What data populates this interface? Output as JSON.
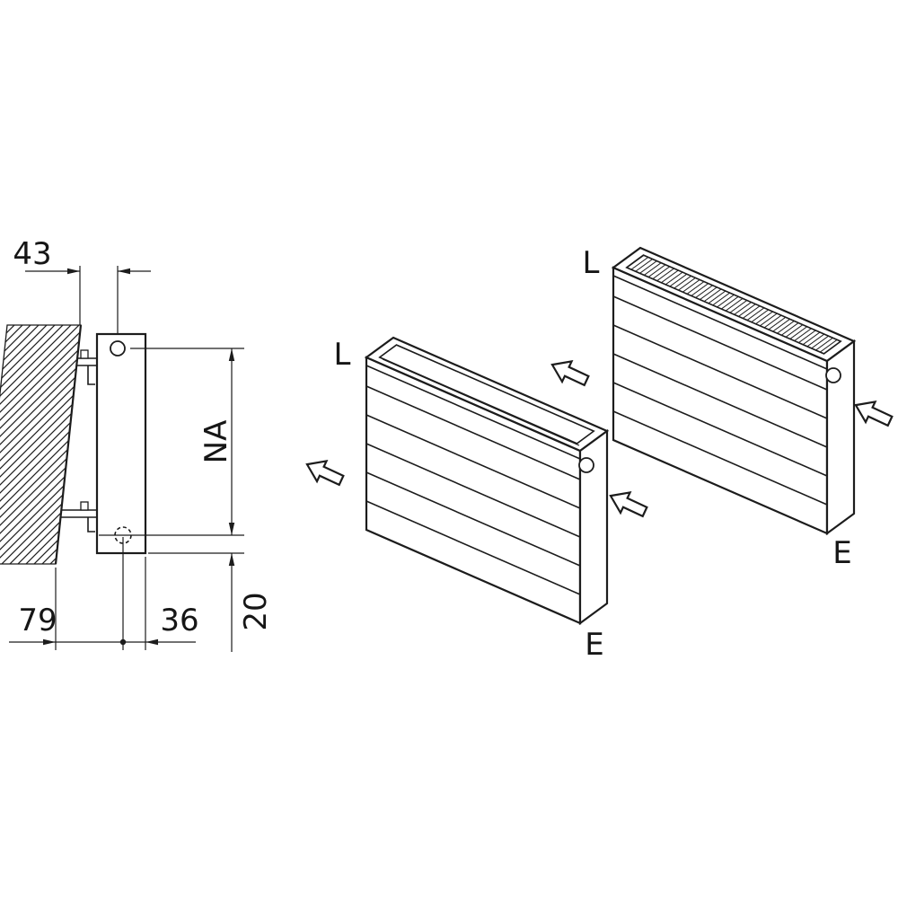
{
  "drawing": {
    "side_view": {
      "dim_wall_offset": "43",
      "dim_hub_distance": "NA",
      "dim_floor_left": "79",
      "dim_floor_right": "36",
      "dim_bottom_edge": "20"
    },
    "radiators": [
      {
        "top_label": "L",
        "bottom_label": "E"
      },
      {
        "top_label": "L",
        "bottom_label": "E"
      }
    ],
    "colors": {
      "line": "#1c1c1c",
      "background": "#ffffff"
    }
  }
}
